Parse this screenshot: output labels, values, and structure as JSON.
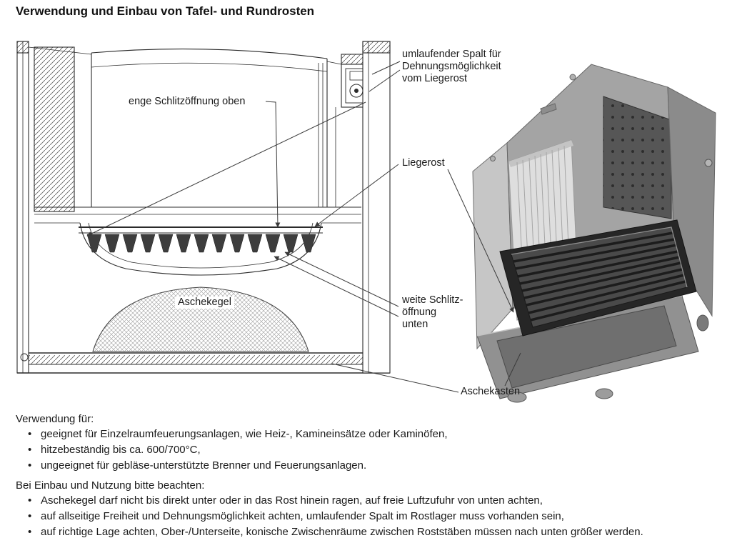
{
  "page": {
    "title": "Verwendung und Einbau von Tafel- und Rundrosten"
  },
  "diagram": {
    "labels": {
      "umlaufender_spalt": "umlaufender Spalt für\nDehnungsmöglichkeit\nvom Liegerost",
      "enge_schlitz": "enge Schlitzöffnung oben",
      "liegerost": "Liegerost",
      "weite_schlitz": "weite Schlitz-\nöffnung\nunten",
      "aschekegel": "Aschekegel",
      "aschekasten": "Aschekasten"
    }
  },
  "sections": {
    "verwendung": {
      "heading": "Verwendung für:",
      "items": [
        "geeignet für Einzelraumfeuerungsanlagen, wie Heiz-, Kamineinsätze oder Kaminöfen,",
        "hitzebeständig bis ca. 600/700°C,",
        "ungeeignet für gebläse-unterstützte Brenner und Feuerungsanlagen."
      ]
    },
    "einbau": {
      "heading": "Bei Einbau und Nutzung bitte beachten:",
      "items": [
        "Aschekegel darf nicht bis direkt unter oder in das Rost hinein ragen, auf freie Luftzufuhr von unten achten,",
        "auf allseitige Freiheit und Dehnungsmöglichkeit achten, umlaufender Spalt im Rostlager muss vorhanden sein,",
        "auf richtige Lage achten, Ober-/Unterseite, konische Zwischenräume zwischen Roststäben müssen nach unten größer werden."
      ]
    }
  },
  "colors": {
    "text": "#1a1a1a",
    "drawing_line": "#2b2b2b"
  }
}
